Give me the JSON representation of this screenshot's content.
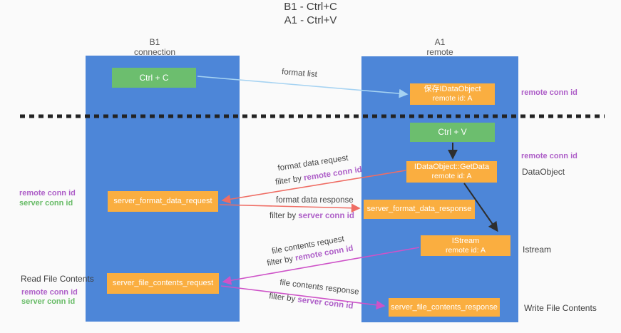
{
  "title": {
    "line1": "B1 - Ctrl+C",
    "line2": "A1 - Ctrl+V"
  },
  "columns": {
    "left": {
      "name": "B1",
      "role": "connection"
    },
    "right": {
      "name": "A1",
      "role": "remote"
    }
  },
  "boxes": {
    "ctrl_c": {
      "label": "Ctrl + C"
    },
    "ctrl_v": {
      "label": "Ctrl + V"
    },
    "save_dataobject": {
      "line1": "保存IDataObject",
      "line2": "remote id: A"
    },
    "getdata": {
      "line1": "IDataObject::GetData",
      "line2": "remote id: A"
    },
    "istream": {
      "line1": "IStream",
      "line2": "remote id: A"
    },
    "format_request": {
      "label": "server_format_data_request"
    },
    "format_response": {
      "label": "server_format_data_response"
    },
    "file_request": {
      "label": "server_file_contents_request"
    },
    "file_response": {
      "label": "server_file_contents_response"
    }
  },
  "arrow_labels": {
    "format_list": "format list",
    "format_data_request": "format data request",
    "format_data_request_filter_prefix": "filter by ",
    "format_data_request_filter_key": "remote conn id",
    "format_data_response": "format data response",
    "format_data_response_filter_prefix": "filter by ",
    "format_data_response_filter_key": "server conn id",
    "file_contents_request": "file contents request",
    "file_contents_request_filter_prefix": "filter by ",
    "file_contents_request_filter_key": "remote conn id",
    "file_contents_response": "file contents response",
    "file_contents_response_filter_prefix": "filter by ",
    "file_contents_response_filter_key": "server conn id"
  },
  "side_labels": {
    "right_top_conn": "remote conn id",
    "right_mid_conn": "remote conn id",
    "dataobject": "DataObject",
    "istream": "Istream",
    "write_file": "Write File Contents",
    "left_mid_remote": "remote conn id",
    "left_mid_server": "server conn id",
    "read_file": "Read File Contents",
    "left_bottom_remote": "remote conn id",
    "left_bottom_server": "server conn id"
  },
  "colors": {
    "column_blue": "#4d86d8",
    "green_box": "#6cbe6e",
    "orange_box": "#faae40",
    "purple_text": "#ae5fc8",
    "green_text": "#67bb66",
    "red_arrow": "#ef6d64",
    "magenta_arrow": "#ce53c8",
    "light_blue_arrow": "#a6d3f2",
    "black_arrow": "#2e2e2e"
  }
}
